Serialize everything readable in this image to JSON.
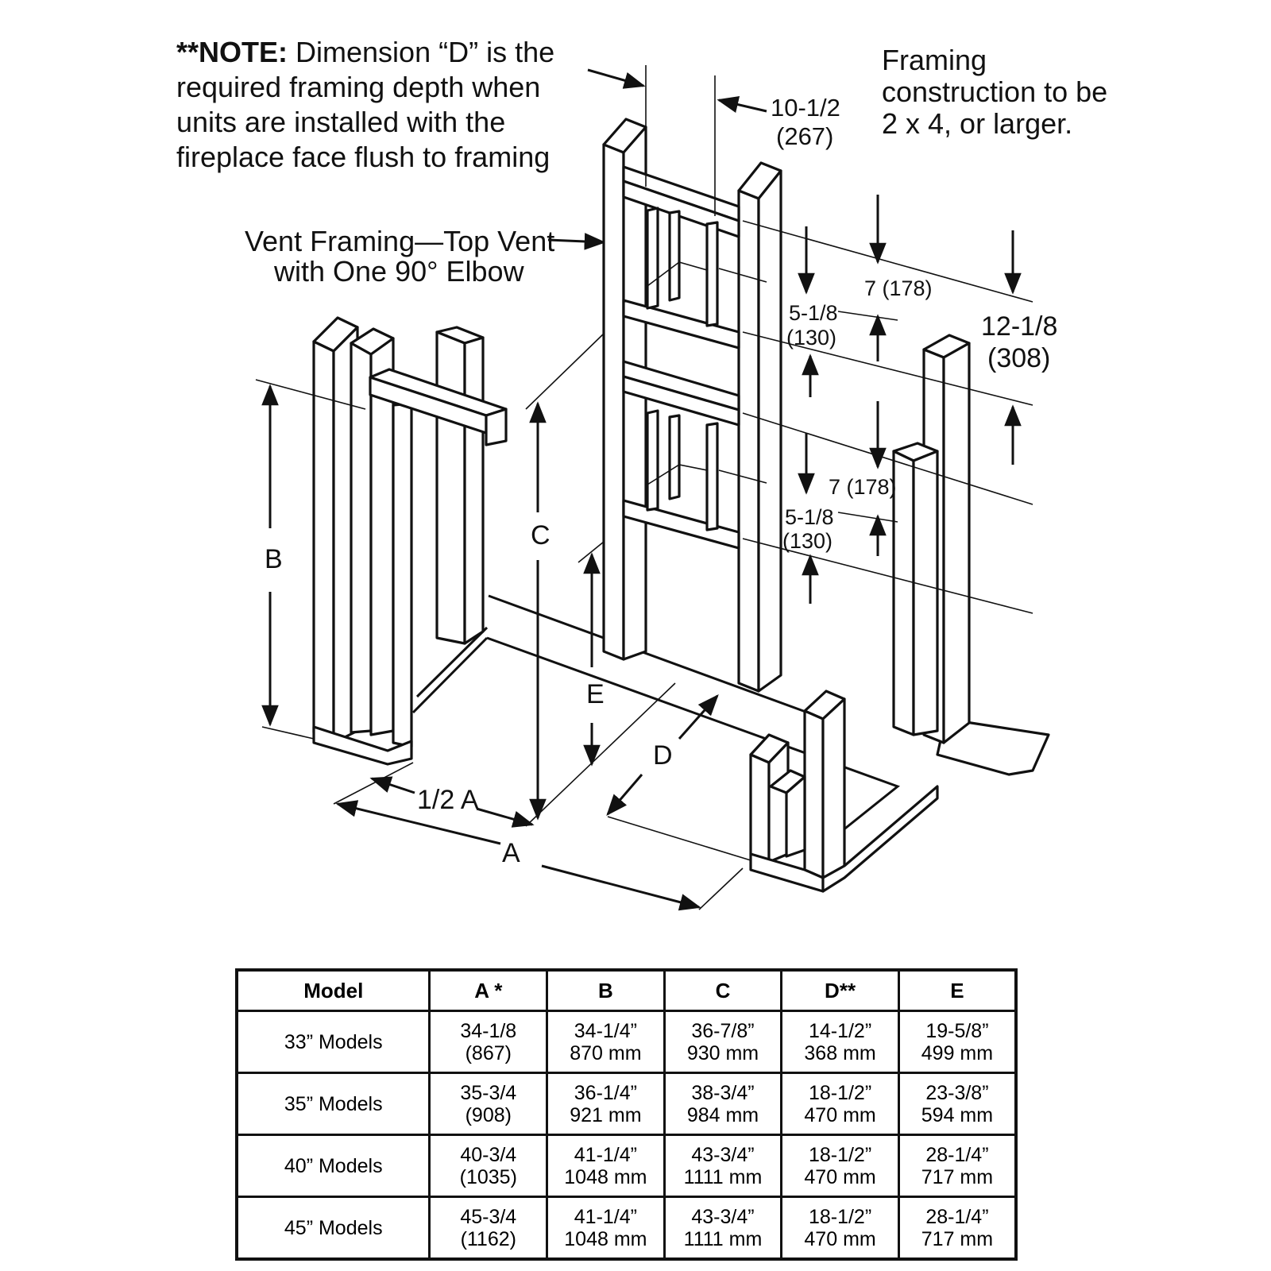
{
  "note": {
    "prefix": "**NOTE:",
    "lines": [
      " Dimension “D” is the",
      "required framing depth when",
      "units are installed with the",
      "fireplace face flush to framing"
    ]
  },
  "framing_note": [
    "Framing",
    "construction to be",
    "2 x 4, or larger."
  ],
  "vent_label": [
    "Vent Framing—Top Vent",
    "with One 90° Elbow"
  ],
  "dimension_labels": {
    "top_width": [
      "10-1/2",
      "(267)"
    ],
    "upper_gap": "7 (178)",
    "upper_small": [
      "5-1/8",
      "(130)"
    ],
    "lower_gap": "7 (178)",
    "lower_small": [
      "5-1/8",
      "(130)"
    ],
    "right_span": [
      "12-1/8",
      "(308)"
    ],
    "A": "A",
    "half_A": "1/2 A",
    "B": "B",
    "C": "C",
    "D": "D",
    "E": "E"
  },
  "table": {
    "headers": [
      "Model",
      "A *",
      "B",
      "C",
      "D**",
      "E"
    ],
    "rows": [
      {
        "model": "33” Models",
        "cells": [
          [
            "34-1/8",
            "(867)"
          ],
          [
            "34-1/4”",
            "870 mm"
          ],
          [
            "36-7/8”",
            "930 mm"
          ],
          [
            "14-1/2”",
            "368 mm"
          ],
          [
            "19-5/8”",
            "499 mm"
          ]
        ]
      },
      {
        "model": "35” Models",
        "cells": [
          [
            "35-3/4",
            "(908)"
          ],
          [
            "36-1/4”",
            "921 mm"
          ],
          [
            "38-3/4”",
            "984 mm"
          ],
          [
            "18-1/2”",
            "470 mm"
          ],
          [
            "23-3/8”",
            "594 mm"
          ]
        ]
      },
      {
        "model": "40” Models",
        "cells": [
          [
            "40-3/4",
            "(1035)"
          ],
          [
            "41-1/4”",
            "1048 mm"
          ],
          [
            "43-3/4”",
            "1111 mm"
          ],
          [
            "18-1/2”",
            "470 mm"
          ],
          [
            "28-1/4”",
            "717 mm"
          ]
        ]
      },
      {
        "model": "45” Models",
        "cells": [
          [
            "45-3/4",
            "(1162)"
          ],
          [
            "41-1/4”",
            "1048 mm"
          ],
          [
            "43-3/4”",
            "1111 mm"
          ],
          [
            "18-1/2”",
            "470 mm"
          ],
          [
            "28-1/4”",
            "717 mm"
          ]
        ]
      }
    ]
  }
}
